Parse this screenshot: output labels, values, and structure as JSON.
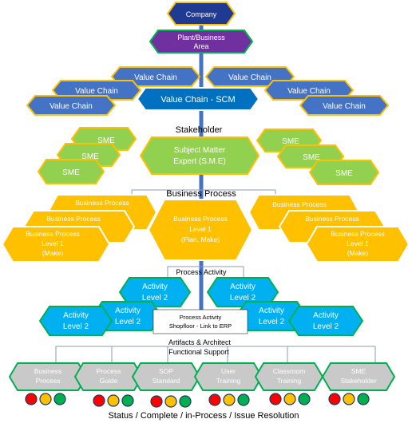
{
  "company": "Company",
  "plant_area": {
    "line1": "Plant/Business",
    "line2": "Area"
  },
  "value_chains": {
    "left_top": "Value Chain",
    "left_mid": "Value Chain",
    "left_bottom": "Value Chain",
    "right_top": "Value Chain",
    "right_mid": "Value Chain",
    "right_bottom": "Value Chain",
    "center": "Value Chain - SCM"
  },
  "stakeholder_heading": "Stakeholder",
  "sme": {
    "left": [
      "SME",
      "SME",
      "SME"
    ],
    "right": [
      "SME",
      "SME",
      "SME"
    ],
    "center_line1": "Subject Matter",
    "center_line2": "Expert (S.M.E)"
  },
  "business_process_heading": "Business Process",
  "business_process": {
    "left_back1": "Business Process",
    "left_back2": "Business Process",
    "left_front": {
      "line1": "Business Process",
      "line2": "Level 1",
      "line3": "(Make)"
    },
    "right_back1": "Business Process",
    "right_back2": "Business Process",
    "right_front": {
      "line1": "Business Process",
      "line2": "Level 1",
      "line3": "(Make)"
    },
    "center": {
      "line1": "Business Process",
      "line2": "Level 1",
      "line3": "(Plan, Make)"
    }
  },
  "process_activity_heading": "Process Activity",
  "activities": {
    "left_top": {
      "line1": "Activity",
      "line2": "Level 2"
    },
    "left_mid": {
      "line1": "Activity",
      "line2": "Level 2"
    },
    "left_front": {
      "line1": "Activity",
      "line2": "Level 2"
    },
    "right_top": {
      "line1": "Activity",
      "line2": "Level 2"
    },
    "right_mid": {
      "line1": "Activity",
      "line2": "Level 2"
    },
    "right_front": {
      "line1": "Activity",
      "line2": "Level 2"
    }
  },
  "process_activity_box": {
    "line1": "Process Activity",
    "line2": "Shopfloor - Link to ERP"
  },
  "artifacts_heading": "Artifacts & Architect",
  "functional_support_heading": "Functional Support",
  "artifacts": [
    {
      "line1": "Business",
      "line2": "Process"
    },
    {
      "line1": "Process",
      "line2": "Guide"
    },
    {
      "line1": "SOP",
      "line2": "Standard"
    },
    {
      "line1": "User",
      "line2": "Training"
    },
    {
      "line1": "Classroom",
      "line2": "Training"
    },
    {
      "line1": "SME",
      "line2": "Stakeholder"
    }
  ],
  "status_caption": "Status / Complete / in-Process / Issue Resolution",
  "colors": {
    "company": "#1f3a93",
    "plant": "#7030a0",
    "value_chain": "#4472c4",
    "value_chain_center": "#0070c0",
    "sme": "#92d050",
    "business_process": "#ffc000",
    "activity": "#00b0f0",
    "artifact": "#c9c9c9",
    "outline_gold": "#ffc000",
    "outline_green": "#00b050",
    "spine": "#4472c4",
    "status": [
      "#ff0000",
      "#ffc000",
      "#00b050"
    ]
  }
}
